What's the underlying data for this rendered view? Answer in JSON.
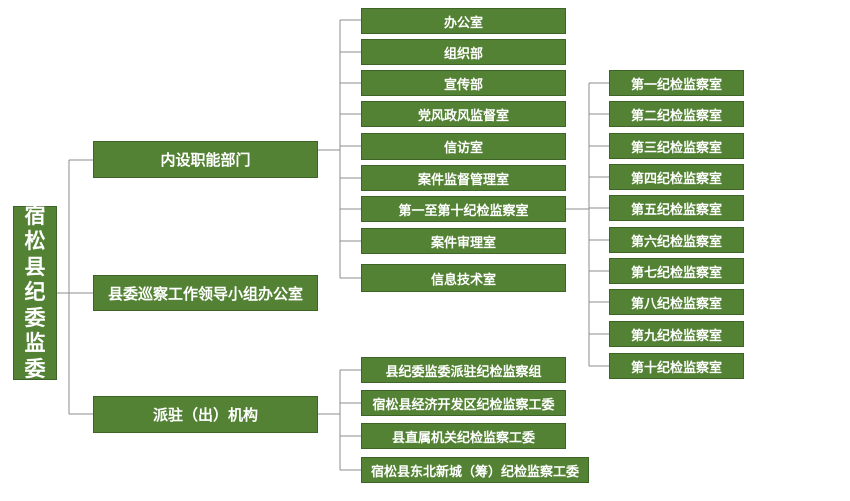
{
  "root": {
    "label": "宿松县纪委监委"
  },
  "level1": [
    {
      "id": "internal",
      "label": "内设职能部门"
    },
    {
      "id": "inspection",
      "label": "县委巡察工作领导小组办公室"
    },
    {
      "id": "dispatched",
      "label": "派驻（出）机构"
    }
  ],
  "internal_departments": [
    "办公室",
    "组织部",
    "宣传部",
    "党风政风监督室",
    "信访室",
    "案件监督管理室",
    "第一至第十纪检监察室",
    "案件审理室",
    "信息技术室"
  ],
  "inspection_rooms": [
    "第一纪检监察室",
    "第二纪检监察室",
    "第三纪检监察室",
    "第四纪检监察室",
    "第五纪检监察室",
    "第六纪检监察室",
    "第七纪检监察室",
    "第八纪检监察室",
    "第九纪检监察室",
    "第十纪检监察室"
  ],
  "dispatched_units": [
    "县纪委监委派驻纪检监察组",
    "宿松县经济开发区纪检监察工委",
    "县直属机关纪检监察工委",
    "宿松县东北新城（筹）纪检监察工委"
  ],
  "colors": {
    "box_fill": "#548235",
    "box_text": "#ffffff",
    "connector": "#7f7f7f"
  }
}
